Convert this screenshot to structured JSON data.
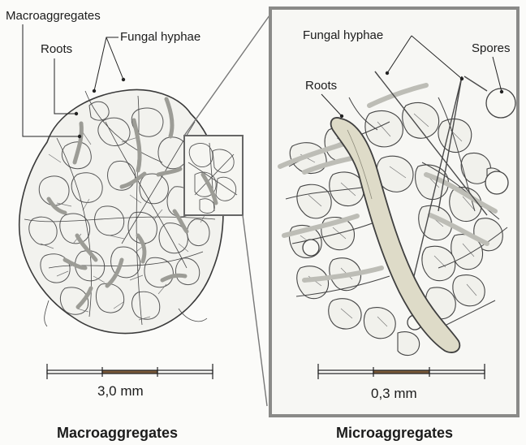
{
  "left_panel": {
    "labels": {
      "macroaggregates": "Macroaggregates",
      "roots": "Roots",
      "fungal_hyphae": "Fungal hyphae"
    },
    "scale_bar": "3,0 mm",
    "caption": "Macroaggregates"
  },
  "right_panel": {
    "labels": {
      "fungal_hyphae": "Fungal hyphae",
      "spores": "Spores",
      "roots": "Roots"
    },
    "scale_bar": "0,3 mm",
    "caption": "Microaggregates"
  }
}
